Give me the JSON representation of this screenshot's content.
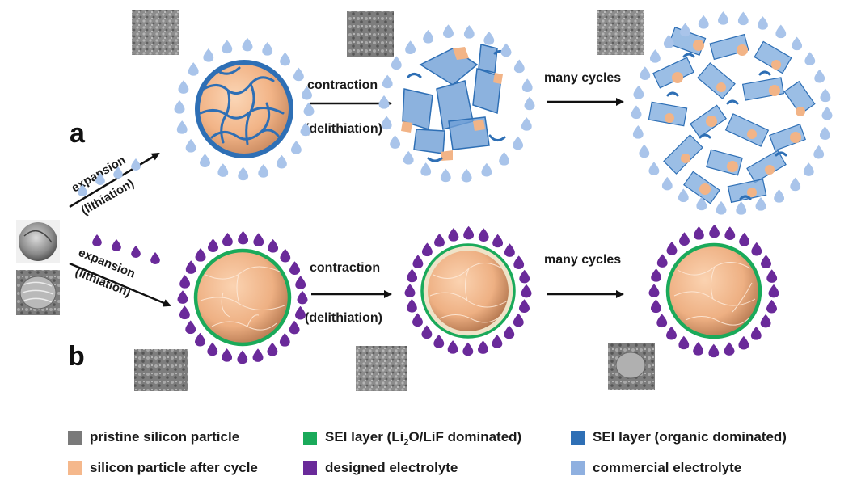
{
  "panels": {
    "a": "a",
    "b": "b"
  },
  "row_a": {
    "arrow1_label_1": "expansion",
    "arrow1_label_2": "(lithiation)",
    "arrow2_label_1": "contraction",
    "arrow2_label_2": "(delithiation)",
    "arrow3_label": "many cycles"
  },
  "row_b": {
    "arrow1_label_1": "expansion",
    "arrow1_label_2": "(lithiation)",
    "arrow2_label_1": "contraction",
    "arrow2_label_2": "(delithiation)",
    "arrow3_label": "many cycles"
  },
  "legend": [
    {
      "label": "pristine silicon particle",
      "color": "#7a7a7a"
    },
    {
      "label_prefix": "SEI layer (Li",
      "label_sub": "2",
      "label_suffix": "O/LiF dominated)",
      "color": "#1aaa5a"
    },
    {
      "label": "SEI layer (organic dominated)",
      "color": "#2e6fb5"
    },
    {
      "label": "silicon particle after cycle",
      "color": "#f5b88c"
    },
    {
      "label": "designed electrolyte",
      "color": "#6a2a9a"
    },
    {
      "label": "commercial electrolyte",
      "color": "#8fb0e0"
    }
  ],
  "colors": {
    "commercial_droplet": "#a9c4ea",
    "designed_droplet": "#6a2a9a",
    "si_after": "#f5b88c",
    "sei_organic": "#2e6fb5",
    "sei_inorganic": "#1aaa5a",
    "pristine": "#7a7a7a"
  }
}
